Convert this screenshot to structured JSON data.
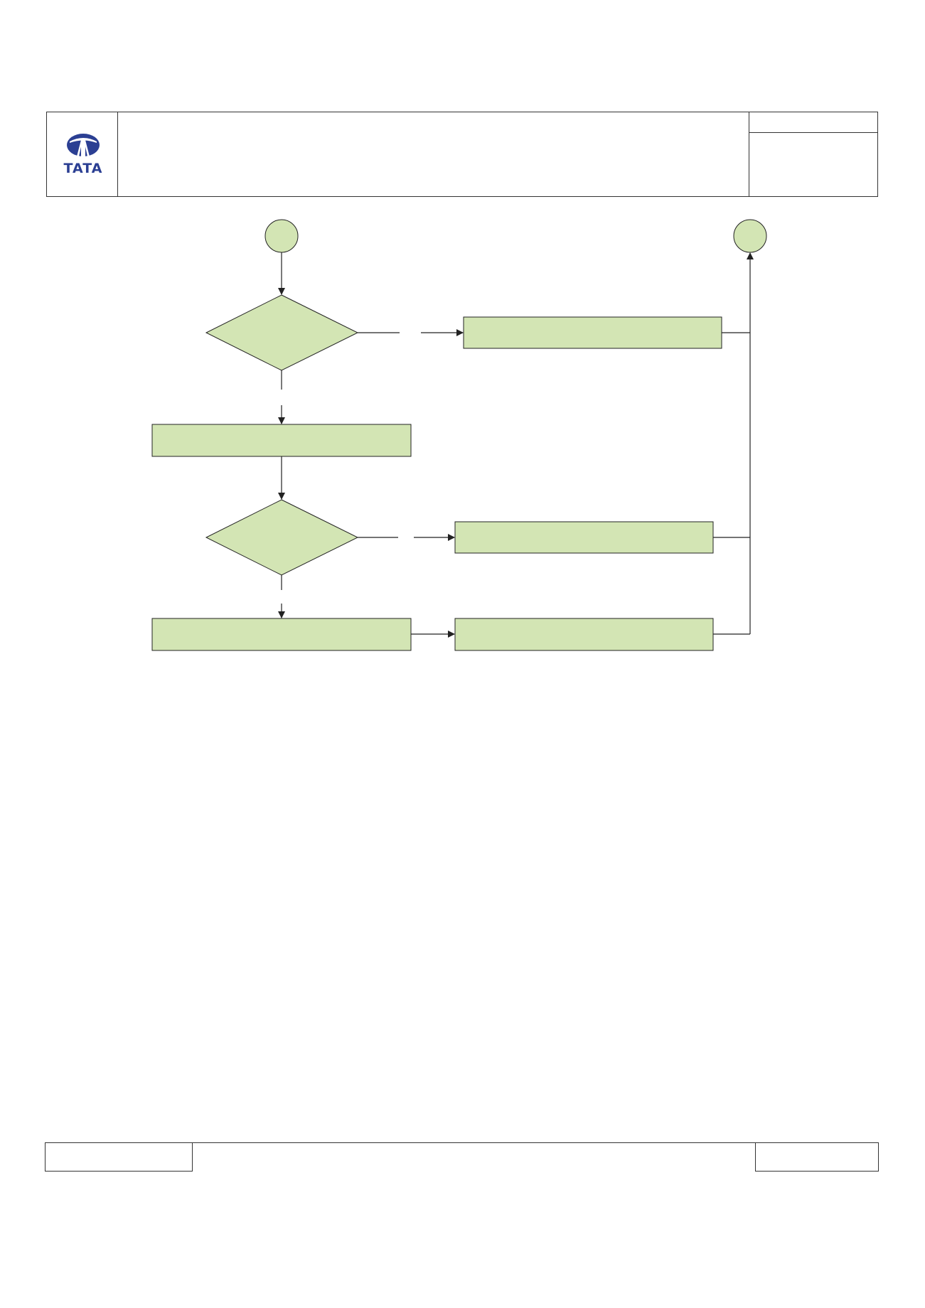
{
  "header": {
    "logo_text": "TATA",
    "brand_color": "#2b3f93"
  },
  "flowchart": {
    "fill_color": "#d3e5b4",
    "stroke_color": "#222222",
    "nodes": [
      {
        "id": "connector-start",
        "shape": "circle",
        "label": ""
      },
      {
        "id": "connector-end",
        "shape": "circle",
        "label": ""
      },
      {
        "id": "decision-1",
        "shape": "diamond",
        "label": ""
      },
      {
        "id": "process-right-1",
        "shape": "rect",
        "label": ""
      },
      {
        "id": "process-left-1",
        "shape": "rect",
        "label": ""
      },
      {
        "id": "decision-2",
        "shape": "diamond",
        "label": ""
      },
      {
        "id": "process-right-2",
        "shape": "rect",
        "label": ""
      },
      {
        "id": "process-left-2",
        "shape": "rect",
        "label": ""
      },
      {
        "id": "process-right-3",
        "shape": "rect",
        "label": ""
      }
    ]
  }
}
